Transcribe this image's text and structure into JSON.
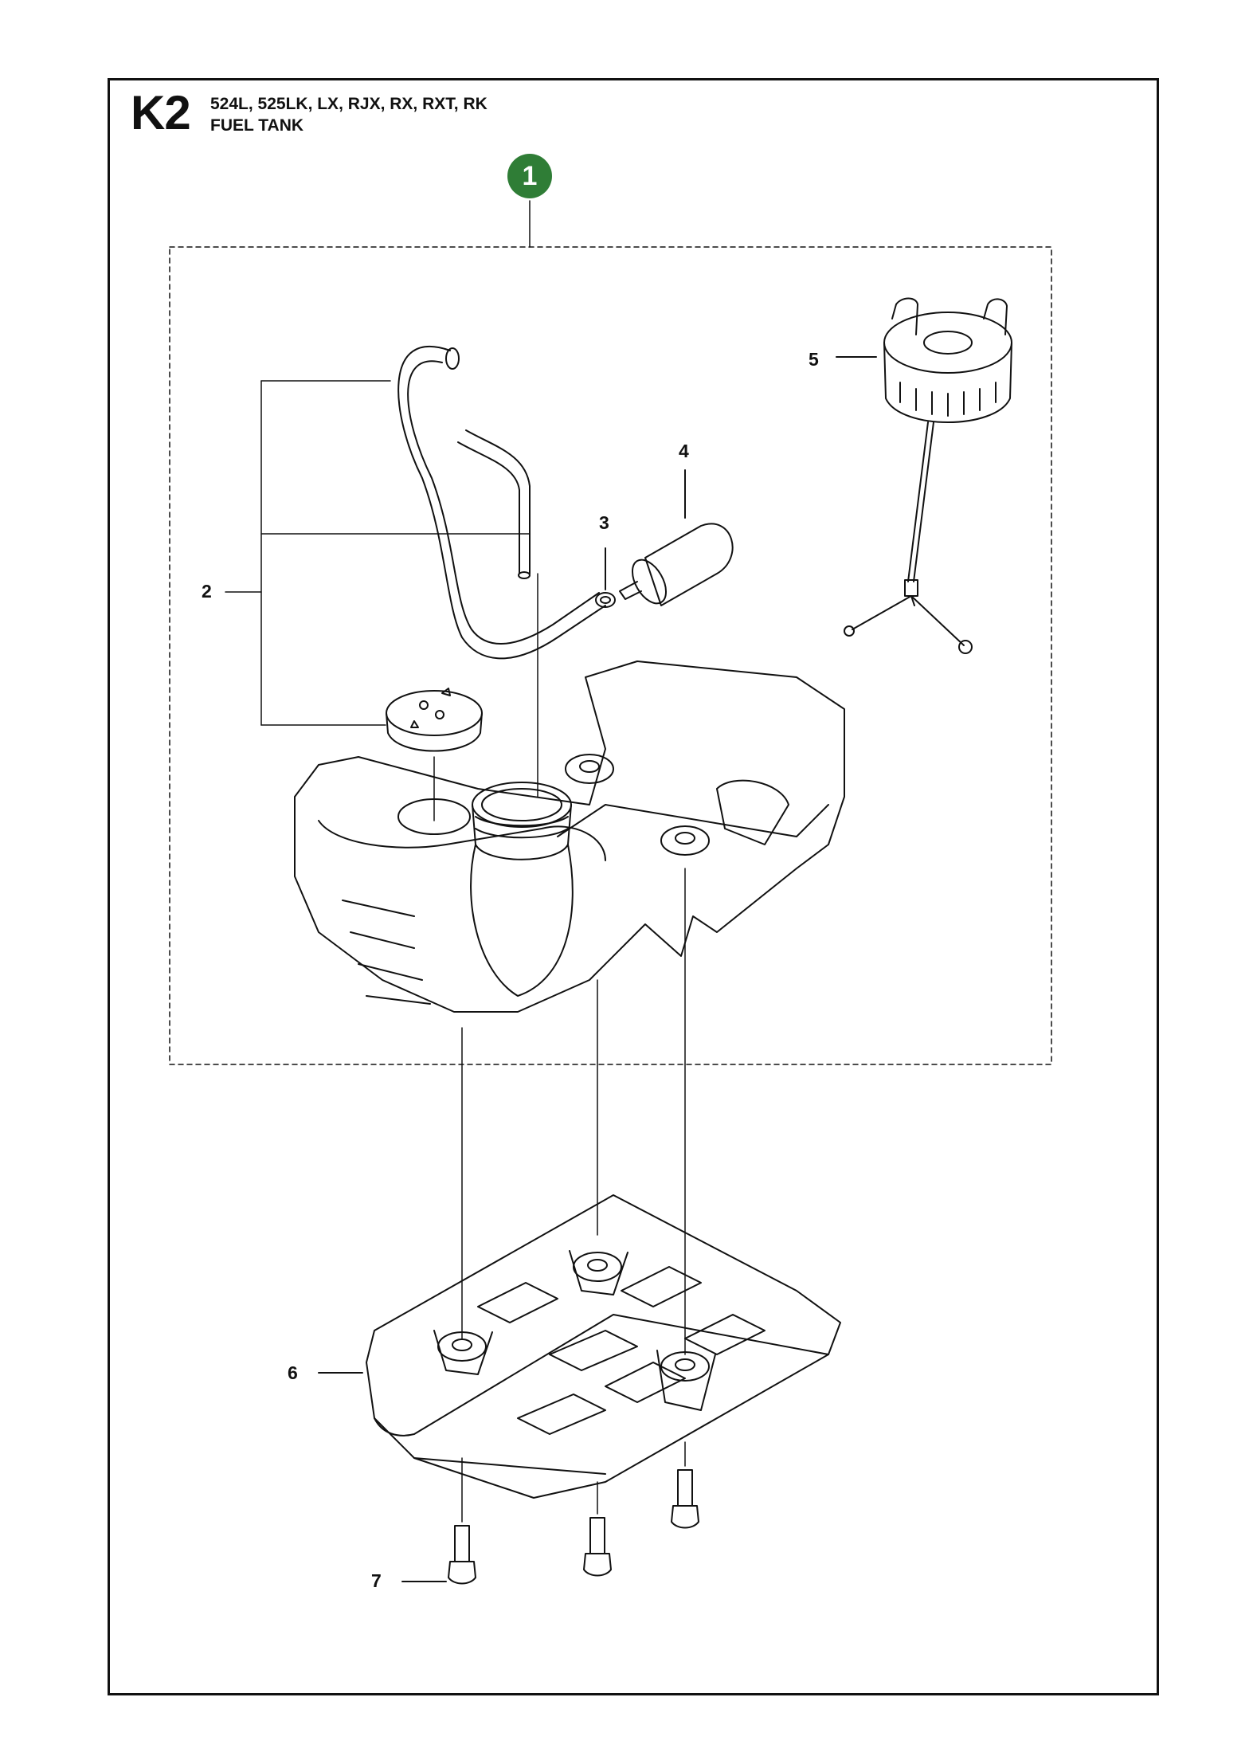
{
  "header": {
    "code": "K2",
    "models": "524L, 525LK, LX, RJX, RX, RXT, RK",
    "subtitle": "FUEL TANK"
  },
  "assembly_badge": "1",
  "callouts": [
    "2",
    "3",
    "4",
    "5",
    "6",
    "7"
  ],
  "colors": {
    "badge": "#2f7d36",
    "lines": "#111111"
  }
}
